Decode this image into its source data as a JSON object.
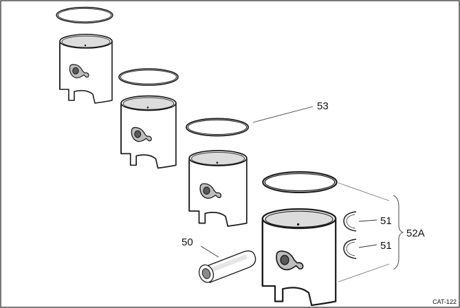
{
  "callouts": {
    "ring": "53",
    "clip_upper": "51",
    "clip_lower": "51",
    "pin": "50",
    "kit": "52A"
  },
  "figure_code": "CAT-122"
}
